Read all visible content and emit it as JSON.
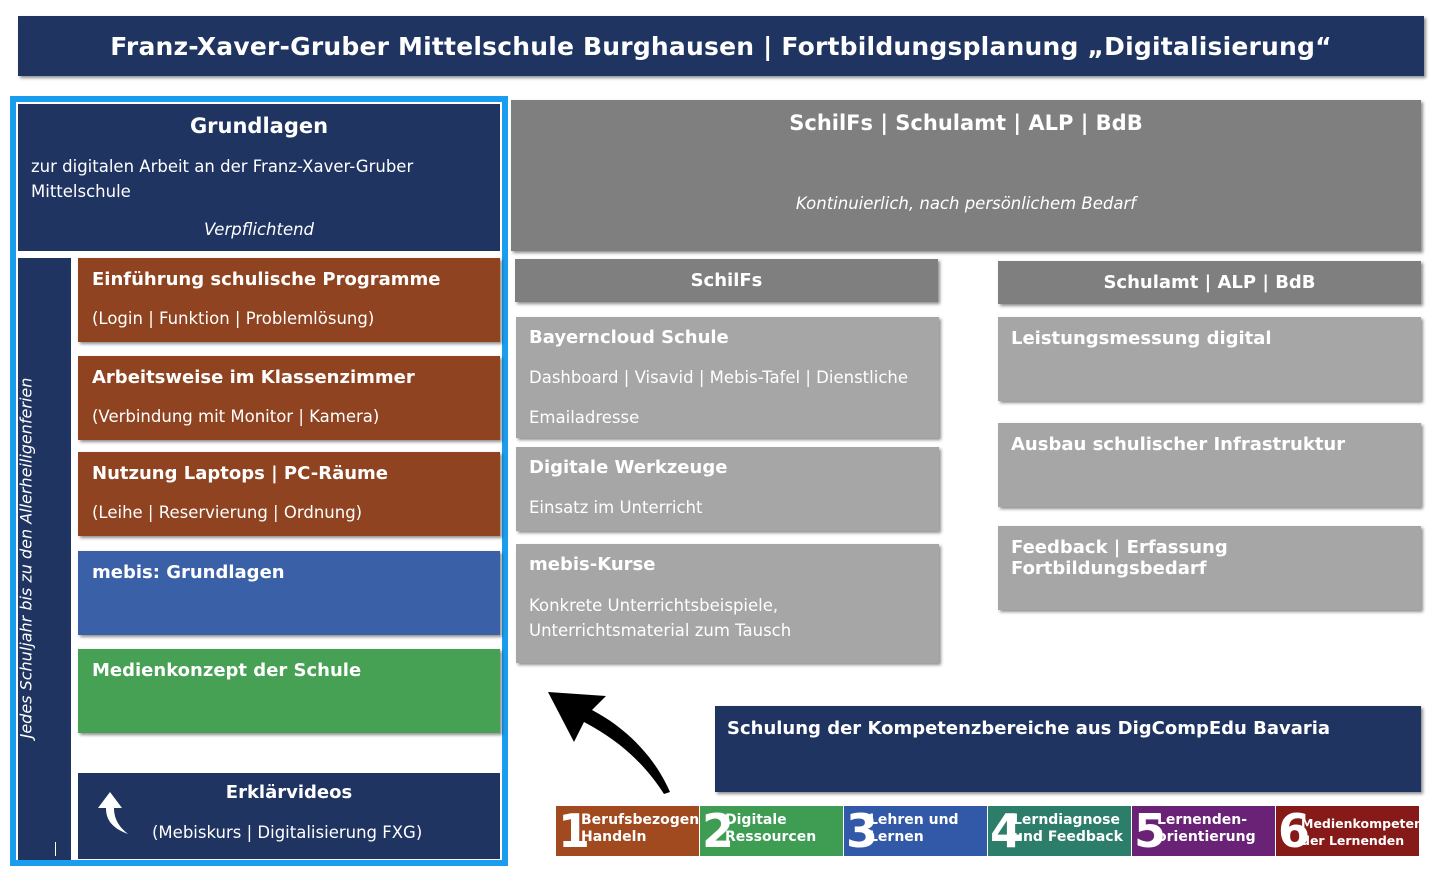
{
  "header": {
    "title": "Franz-Xaver-Gruber Mittelschule Burghausen | Fortbildungsplanung „Digitalisierung“"
  },
  "grundlagen": {
    "title": "Grundlagen",
    "subtitle": "zur digitalen Arbeit an der Franz-Xaver-Gruber Mittelschule",
    "note": "Verpflichtend"
  },
  "sidebar": {
    "label": "Jedes Schuljahr bis zu den Allerheiligenferien"
  },
  "left_items": [
    {
      "title": "Einführung schulische Programme",
      "sub": "(Login | Funktion | Problemlösung)"
    },
    {
      "title": "Arbeitsweise im Klassenzimmer",
      "sub": "(Verbindung mit Monitor | Kamera)"
    },
    {
      "title": "Nutzung Laptops | PC-Räume",
      "sub": "(Leihe | Reservierung | Ordnung)"
    },
    {
      "title": "mebis: Grundlagen",
      "sub": ""
    },
    {
      "title": "Medienkonzept der Schule",
      "sub": ""
    },
    {
      "title": "Erklärvideos",
      "sub": "(Mebiskurs | Digitalisierung FXG)"
    }
  ],
  "top_grey": {
    "title": "SchilFs | Schulamt | ALP | BdB",
    "note": "Kontinuierlich, nach persönlichem Bedarf"
  },
  "schilf": {
    "header": "SchilFs",
    "items": [
      {
        "title": "Bayerncloud Schule",
        "sub": "Dashboard | Visavid | Mebis-Tafel | Dienstliche",
        "sub2": "Emailadresse"
      },
      {
        "title": "Digitale Werkzeuge",
        "sub": "Einsatz im Unterricht",
        "sub2": ""
      },
      {
        "title": "mebis-Kurse",
        "sub": "Konkrete Unterrichtsbeispiele,",
        "sub2": "Unterrichtsmaterial zum Tausch"
      }
    ]
  },
  "schulamt": {
    "header": "Schulamt | ALP | BdB",
    "items": [
      {
        "title": "Leistungsmessung digital"
      },
      {
        "title": "Ausbau schulischer Infrastruktur"
      },
      {
        "title": "Feedback | Erfassung Fortbildungsbedarf"
      }
    ]
  },
  "digcomp": {
    "title": "Schulung der Kompetenzbereiche aus DigCompEdu Bavaria",
    "areas": [
      {
        "num": "1",
        "line1": "Berufsbezogenes",
        "line2": "Handeln",
        "color": "#a24a1f"
      },
      {
        "num": "2",
        "line1": "Digitale",
        "line2": "Ressourcen",
        "color": "#3e9c53"
      },
      {
        "num": "3",
        "line1": "Lehren und",
        "line2": "Lernen",
        "color": "#3159a8"
      },
      {
        "num": "4",
        "line1": "Lerndiagnose",
        "line2": "und Feedback",
        "color": "#2d7d6b"
      },
      {
        "num": "5",
        "line1": "Lernenden-",
        "line2": "orientierung",
        "color": "#6a2277"
      },
      {
        "num": "6",
        "line1": "Medienkompetenz",
        "line2": "der Lernenden",
        "color": "#861a18"
      }
    ]
  },
  "colors": {
    "navy": "#1f3461",
    "frame_blue": "#1a9cef",
    "brown": "#8f4320",
    "blue": "#3a60a8",
    "green": "#46a155",
    "dark_grey": "#7f7f7f",
    "light_grey": "#a6a6a6"
  }
}
